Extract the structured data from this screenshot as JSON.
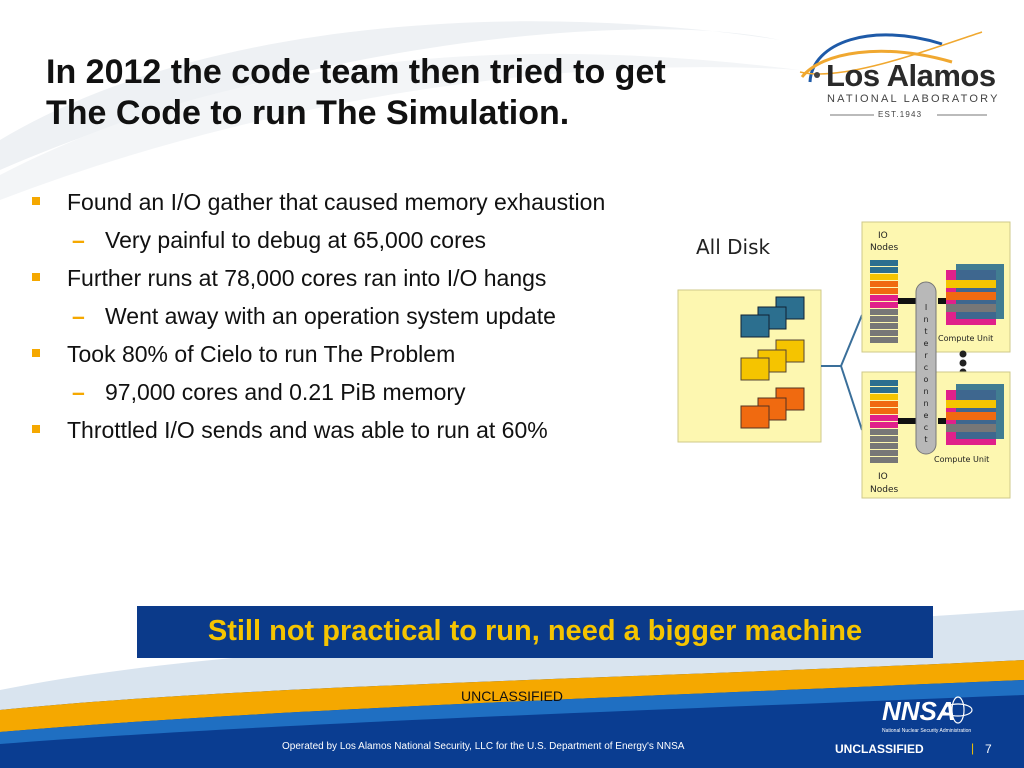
{
  "slide": {
    "title_line1": "In 2012 the code team then tried to get",
    "title_line2": "The Code to run The Simulation.",
    "bullets": [
      {
        "text": "Found an I/O gather that caused memory exhaustion",
        "sub": "Very painful to debug at 65,000 cores"
      },
      {
        "text": "Further runs at 78,000 cores ran into I/O hangs",
        "sub": "Went away with an operation system update"
      },
      {
        "text": "Took 80% of Cielo to run The Problem",
        "sub": "97,000 cores and 0.21 PiB memory"
      },
      {
        "text": "Throttled I/O sends and was able to run at 60%"
      }
    ],
    "callout": "Still not practical to run, need a bigger machine",
    "unclassified_top": "UNCLASSIFIED",
    "operated_by": "Operated by Los Alamos National Security, LLC for the U.S. Department of Energy's NNSA",
    "unclassified_bottom": "UNCLASSIFIED",
    "separator": "|",
    "page_number": "7"
  },
  "logo": {
    "name": "Los Alamos",
    "subtitle": "NATIONAL LABORATORY",
    "est": "EST.1943"
  },
  "nnsa_logo": {
    "text": "NNSA",
    "subtitle": "National Nuclear Security Administration"
  },
  "diagram": {
    "all_disk_label": "All Disk",
    "io_nodes_top": [
      "IO",
      "Nodes"
    ],
    "io_nodes_bottom": [
      "IO",
      "Nodes"
    ],
    "compute_unit_top": "Compute Unit",
    "compute_unit_bottom": "Compute Unit",
    "interconnect_letters": [
      "I",
      "n",
      "t",
      "e",
      "r",
      "c",
      "o",
      "n",
      "n",
      "e",
      "c",
      "t"
    ]
  },
  "colors": {
    "bullet_accent": "#f5a800",
    "callout_bg": "#0b3a8a",
    "callout_text": "#f5c400",
    "panel_bg": "#fdf7b0"
  }
}
